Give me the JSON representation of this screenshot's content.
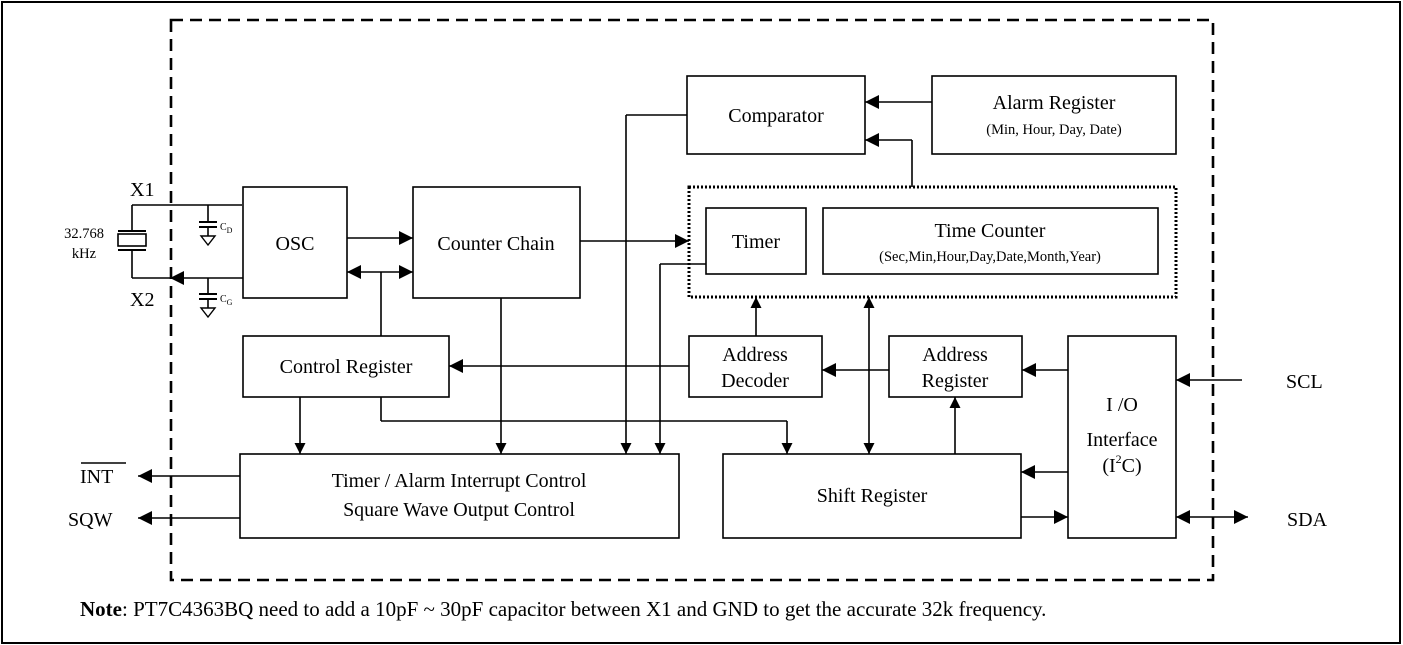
{
  "blocks": {
    "comparator": "Comparator",
    "alarm_register_title": "Alarm Register",
    "alarm_register_sub": "(Min, Hour, Day, Date)",
    "osc": "OSC",
    "counter_chain": "Counter Chain",
    "timer": "Timer",
    "time_counter_title": "Time Counter",
    "time_counter_sub": "(Sec,Min,Hour,Day,Date,Month,Year)",
    "control_register": "Control Register",
    "address_decoder_l1": "Address",
    "address_decoder_l2": "Decoder",
    "address_register_l1": "Address",
    "address_register_l2": "Register",
    "io_l1": "I /O",
    "io_l2": "Interface",
    "io_l3_pre": "(I",
    "io_l3_sup": "2",
    "io_l3_post": "C)",
    "interrupt_l1": "Timer / Alarm Interrupt Control",
    "interrupt_l2": "Square Wave Output Control",
    "shift_register": "Shift Register"
  },
  "pins": {
    "x1": "X1",
    "x2": "X2",
    "crystal_freq_l1": "32.768",
    "crystal_freq_l2": "kHz",
    "cd": "C",
    "cd_sub": "D",
    "cg": "C",
    "cg_sub": "G",
    "int": "INT",
    "sqw": "SQW",
    "scl": "SCL",
    "sda": "SDA"
  },
  "note": {
    "label": "Note",
    "text": ": PT7C4363BQ need to add a 10pF ~ 30pF capacitor between X1 and GND to get the accurate 32k frequency."
  }
}
